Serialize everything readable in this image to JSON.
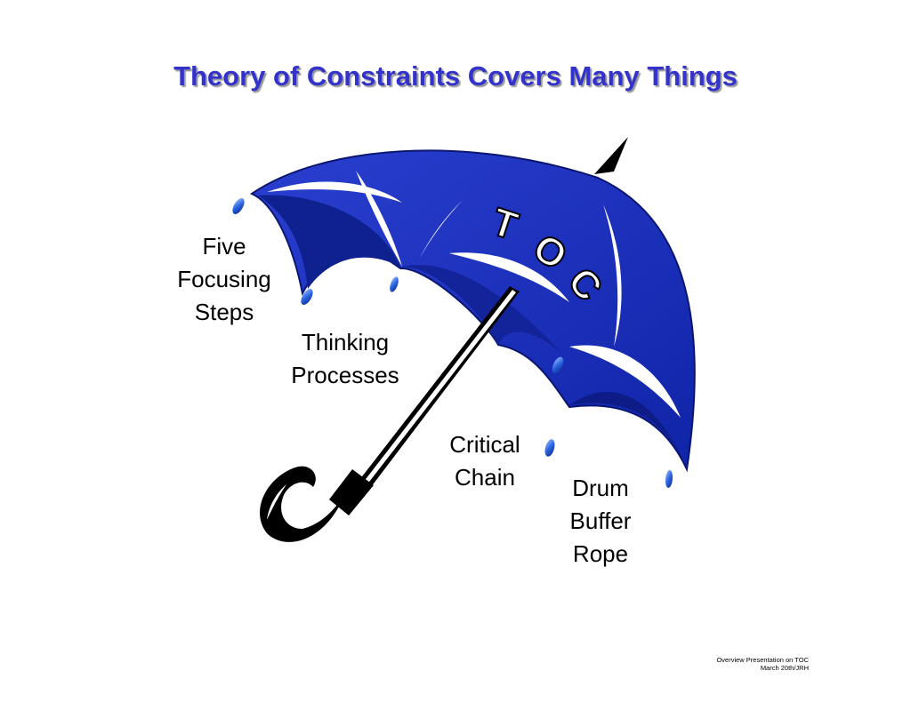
{
  "title": "Theory of Constraints Covers Many Things",
  "umbrella_text": "TOC",
  "labels": {
    "five_focusing_steps": "Five\nFocusing\nSteps",
    "thinking_processes": "Thinking\nProcesses",
    "critical_chain": "Critical\nChain",
    "drum_buffer_rope": "Drum\nBuffer\nRope"
  },
  "footer": {
    "line1": "Overview Presentation on TOC",
    "line2": "March 20th/JRH"
  },
  "colors": {
    "title": "#3333cc",
    "canopy": "#1a2fb4",
    "canopy_dark": "#0d1a82",
    "handle": "#000000"
  }
}
